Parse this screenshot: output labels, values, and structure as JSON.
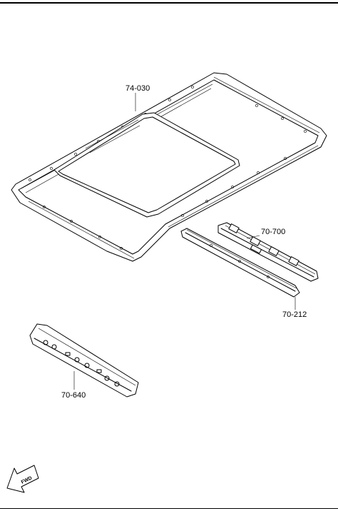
{
  "parts": [
    {
      "id": "roof-panel",
      "label": "74-030"
    },
    {
      "id": "roof-rail-inner",
      "label": "70-700"
    },
    {
      "id": "roof-rail-outer",
      "label": "70-212"
    },
    {
      "id": "roof-header-reinforcement",
      "label": "70-640"
    }
  ],
  "orientation": {
    "label": "FWD"
  }
}
